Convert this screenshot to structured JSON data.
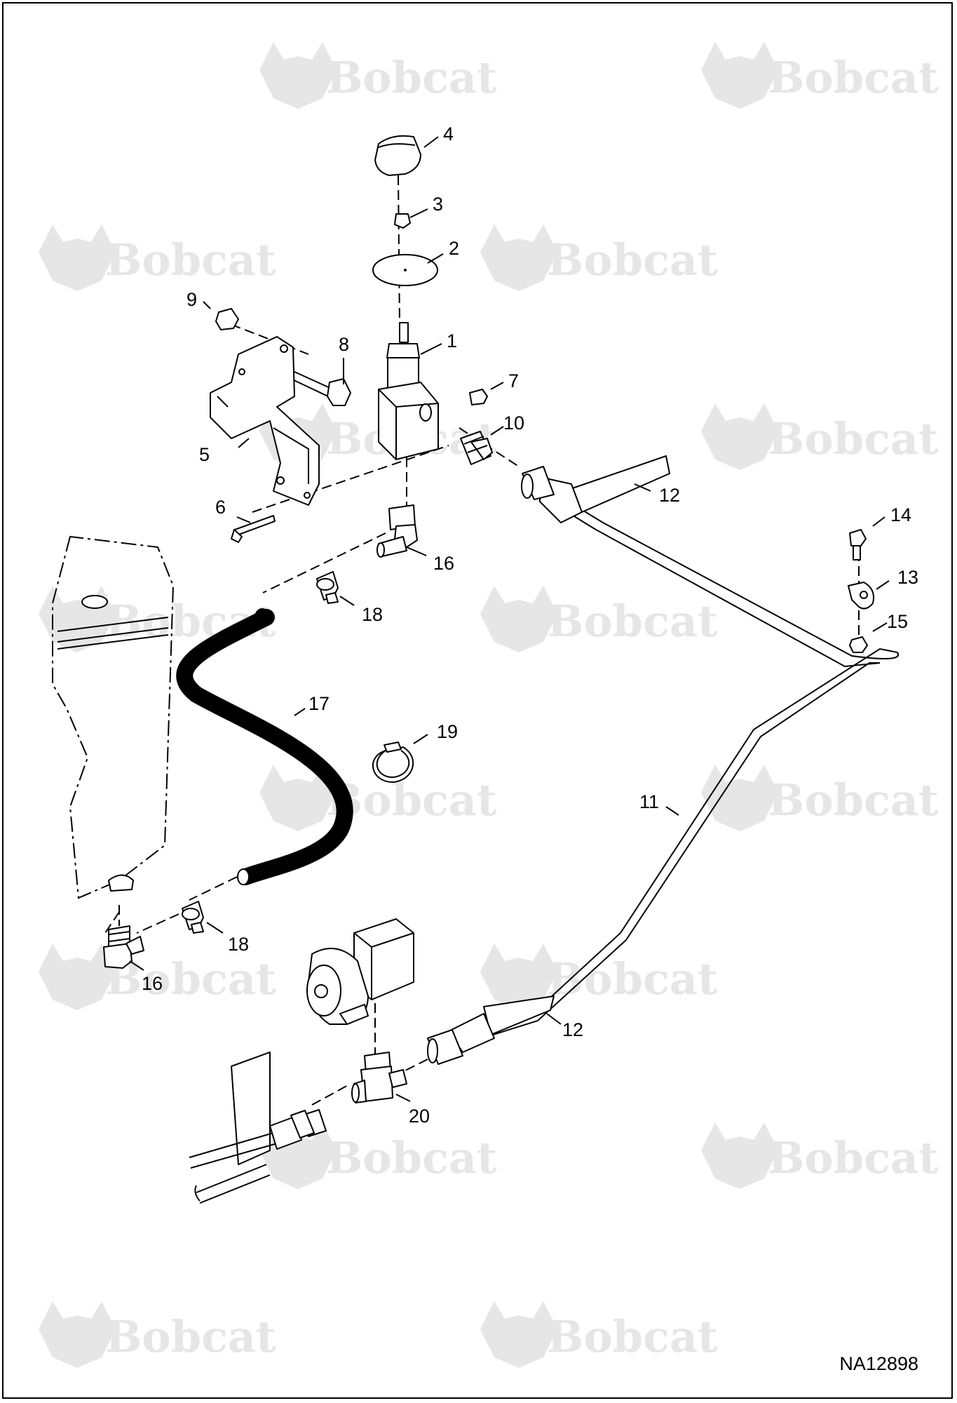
{
  "watermark": {
    "brand": "Bobcat"
  },
  "callouts": [
    {
      "id": "c1",
      "label": "1"
    },
    {
      "id": "c2",
      "label": "2"
    },
    {
      "id": "c3",
      "label": "3"
    },
    {
      "id": "c4",
      "label": "4"
    },
    {
      "id": "c5",
      "label": "5"
    },
    {
      "id": "c6",
      "label": "6"
    },
    {
      "id": "c7",
      "label": "7"
    },
    {
      "id": "c8",
      "label": "8"
    },
    {
      "id": "c9",
      "label": "9"
    },
    {
      "id": "c10",
      "label": "10"
    },
    {
      "id": "c11",
      "label": "11"
    },
    {
      "id": "c12a",
      "label": "12"
    },
    {
      "id": "c12b",
      "label": "12"
    },
    {
      "id": "c13",
      "label": "13"
    },
    {
      "id": "c14",
      "label": "14"
    },
    {
      "id": "c15",
      "label": "15"
    },
    {
      "id": "c16a",
      "label": "16"
    },
    {
      "id": "c16b",
      "label": "16"
    },
    {
      "id": "c17",
      "label": "17"
    },
    {
      "id": "c18a",
      "label": "18"
    },
    {
      "id": "c18b",
      "label": "18"
    },
    {
      "id": "c19",
      "label": "19"
    },
    {
      "id": "c20",
      "label": "20"
    }
  ],
  "figure_id": "NA12898"
}
